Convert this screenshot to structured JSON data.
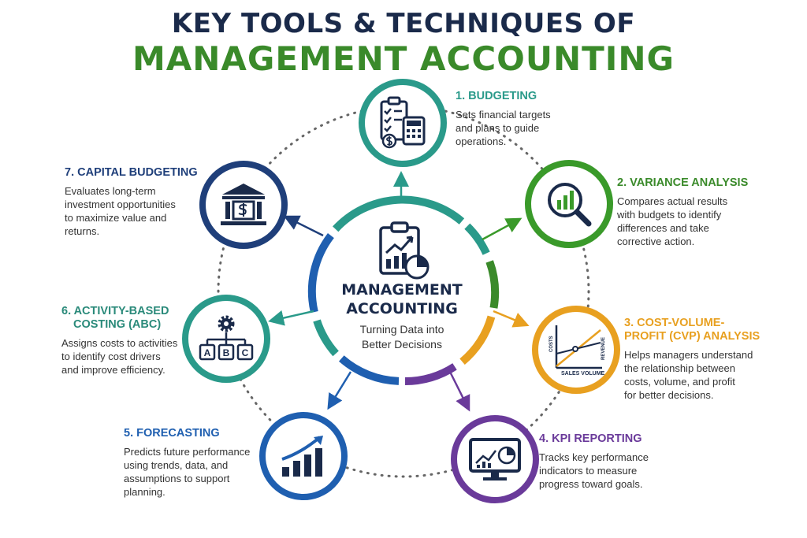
{
  "title": {
    "line1": "KEY TOOLS & TECHNIQUES OF",
    "line2": "MANAGEMENT ACCOUNTING"
  },
  "center": {
    "title_line1": "MANAGEMENT",
    "title_line2": "ACCOUNTING",
    "subtitle_line1": "Turning Data into",
    "subtitle_line2": "Better Decisions"
  },
  "colors": {
    "navy": "#1f3f7a",
    "teal": "#2a9a8a",
    "green": "#3a8a2a",
    "orange": "#e8a020",
    "purple": "#6a3a9a",
    "blue": "#1f5fb0",
    "title_dark": "#1a2a4a"
  },
  "tools": [
    {
      "title": "1. BUDGETING",
      "desc": [
        "Sets financial targets",
        "and plans to guide",
        "operations."
      ],
      "icon": "budget-checklist-calculator-icon"
    },
    {
      "title": "2. VARIANCE ANALYSIS",
      "desc": [
        "Compares actual results",
        "with budgets to identify",
        "differences and take",
        "corrective action."
      ],
      "icon": "magnifier-chart-icon"
    },
    {
      "title_lines": [
        "3. COST-VOLUME-",
        "PROFIT (CVP) ANALYSIS"
      ],
      "desc": [
        "Helps managers understand",
        "the relationship between",
        "costs, volume, and profit",
        "for better decisions."
      ],
      "icon": "cvp-graph-icon",
      "axis_costs": "COSTS",
      "axis_revenue": "REVENUE",
      "axis_volume": "SALES VOLUME"
    },
    {
      "title": "4. KPI REPORTING",
      "desc": [
        "Tracks key performance",
        "indicators to measure",
        "progress toward goals."
      ],
      "icon": "monitor-dashboard-icon"
    },
    {
      "title": "5. FORECASTING",
      "desc": [
        "Predicts future performance",
        "using trends, data, and",
        "assumptions to support",
        "planning."
      ],
      "icon": "trend-bars-icon"
    },
    {
      "title_lines": [
        "6. ACTIVITY-BASED",
        "COSTING (ABC)"
      ],
      "desc": [
        "Assigns costs to activities",
        "to identify cost drivers",
        "and improve efficiency."
      ],
      "icon": "gear-abc-icon",
      "boxes": [
        "A",
        "B",
        "C"
      ]
    },
    {
      "title": "7. CAPITAL BUDGETING",
      "desc": [
        "Evaluates long-term",
        "investment opportunities",
        "to maximize value and",
        "returns."
      ],
      "icon": "bank-dollar-icon"
    }
  ]
}
